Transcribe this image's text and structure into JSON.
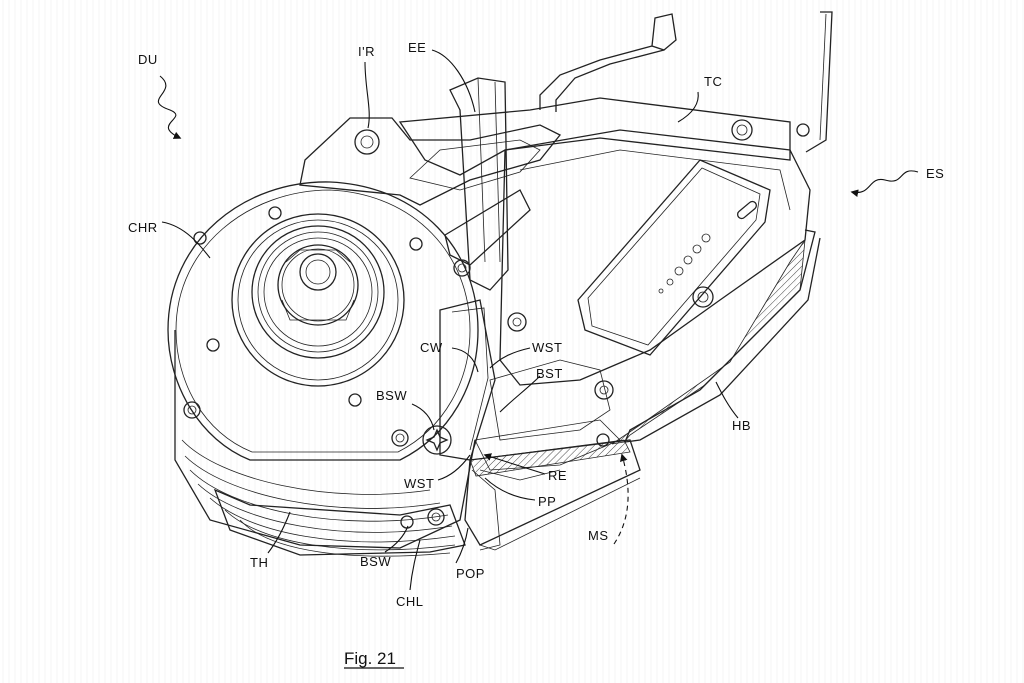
{
  "figure_caption": "Fig. 21",
  "labels": {
    "DU": "DU",
    "IR": "I'R",
    "EE": "EE",
    "TC": "TC",
    "ES": "ES",
    "CHR": "CHR",
    "CW": "CW",
    "WST_top": "WST",
    "BST": "BST",
    "BSW_top": "BSW",
    "WST_bottom": "WST",
    "RE": "RE",
    "PP": "PP",
    "HB": "HB",
    "MS": "MS",
    "TH": "TH",
    "BSW_bottom": "BSW",
    "POP": "POP",
    "CHL": "CHL"
  }
}
